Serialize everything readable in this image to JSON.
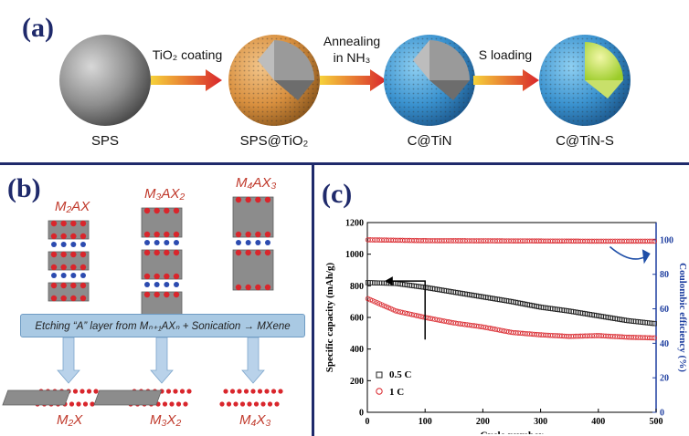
{
  "panel_a": {
    "label": "(a)",
    "spheres": [
      "SPS",
      "SPS@TiO₂",
      "C@TiN",
      "C@TiN-S"
    ],
    "arrows": [
      "TiO₂ coating",
      "Annealing\nin NH₃",
      "S loading"
    ]
  },
  "panel_b": {
    "label": "(b)",
    "structures_top": [
      "M₂AX",
      "M₃AX₂",
      "M₄AX₃"
    ],
    "etch_text": "Etching “A” layer from Mₙ₊₁AXₙ + Sonication → MXene",
    "structures_bottom": [
      "M₂X",
      "M₃X₂",
      "M₄X₃"
    ]
  },
  "panel_c": {
    "label": "(c)"
  },
  "chart_data": {
    "type": "scatter",
    "xlabel": "Cycle number",
    "ylabel": "Specific capacity (mAh/g)",
    "y2label": "Coulombic efficiency (%)",
    "xlim": [
      0,
      500
    ],
    "ylim": [
      0,
      1200
    ],
    "y2lim": [
      0,
      110
    ],
    "xticks": [
      0,
      100,
      200,
      300,
      400,
      500
    ],
    "yticks": [
      0,
      200,
      400,
      600,
      800,
      1000,
      1200
    ],
    "y2ticks": [
      0,
      20,
      40,
      60,
      80,
      100
    ],
    "legend_position": "bottom-left",
    "series": [
      {
        "name": "0.5 C",
        "marker": "square",
        "color": "#222222",
        "axis": "left",
        "x": [
          0,
          50,
          100,
          150,
          200,
          250,
          300,
          350,
          400,
          450,
          500
        ],
        "y": [
          820,
          815,
          790,
          760,
          730,
          700,
          665,
          640,
          610,
          580,
          560
        ]
      },
      {
        "name": "1 C",
        "marker": "circle",
        "color": "#d9262c",
        "axis": "left",
        "x": [
          0,
          50,
          100,
          150,
          200,
          250,
          300,
          350,
          400,
          450,
          500
        ],
        "y": [
          720,
          640,
          600,
          565,
          540,
          505,
          490,
          480,
          485,
          475,
          470
        ]
      },
      {
        "name": "Coulombic efficiency",
        "marker": "circle",
        "color": "#d9262c",
        "axis": "right",
        "x": [
          0,
          100,
          200,
          300,
          400,
          500
        ],
        "y": [
          100,
          99.5,
          99.4,
          99.3,
          99.2,
          99.2
        ]
      }
    ],
    "colors": {
      "axis_right": "#1f3fa0",
      "arrow_right": "#1f4fa8"
    }
  }
}
